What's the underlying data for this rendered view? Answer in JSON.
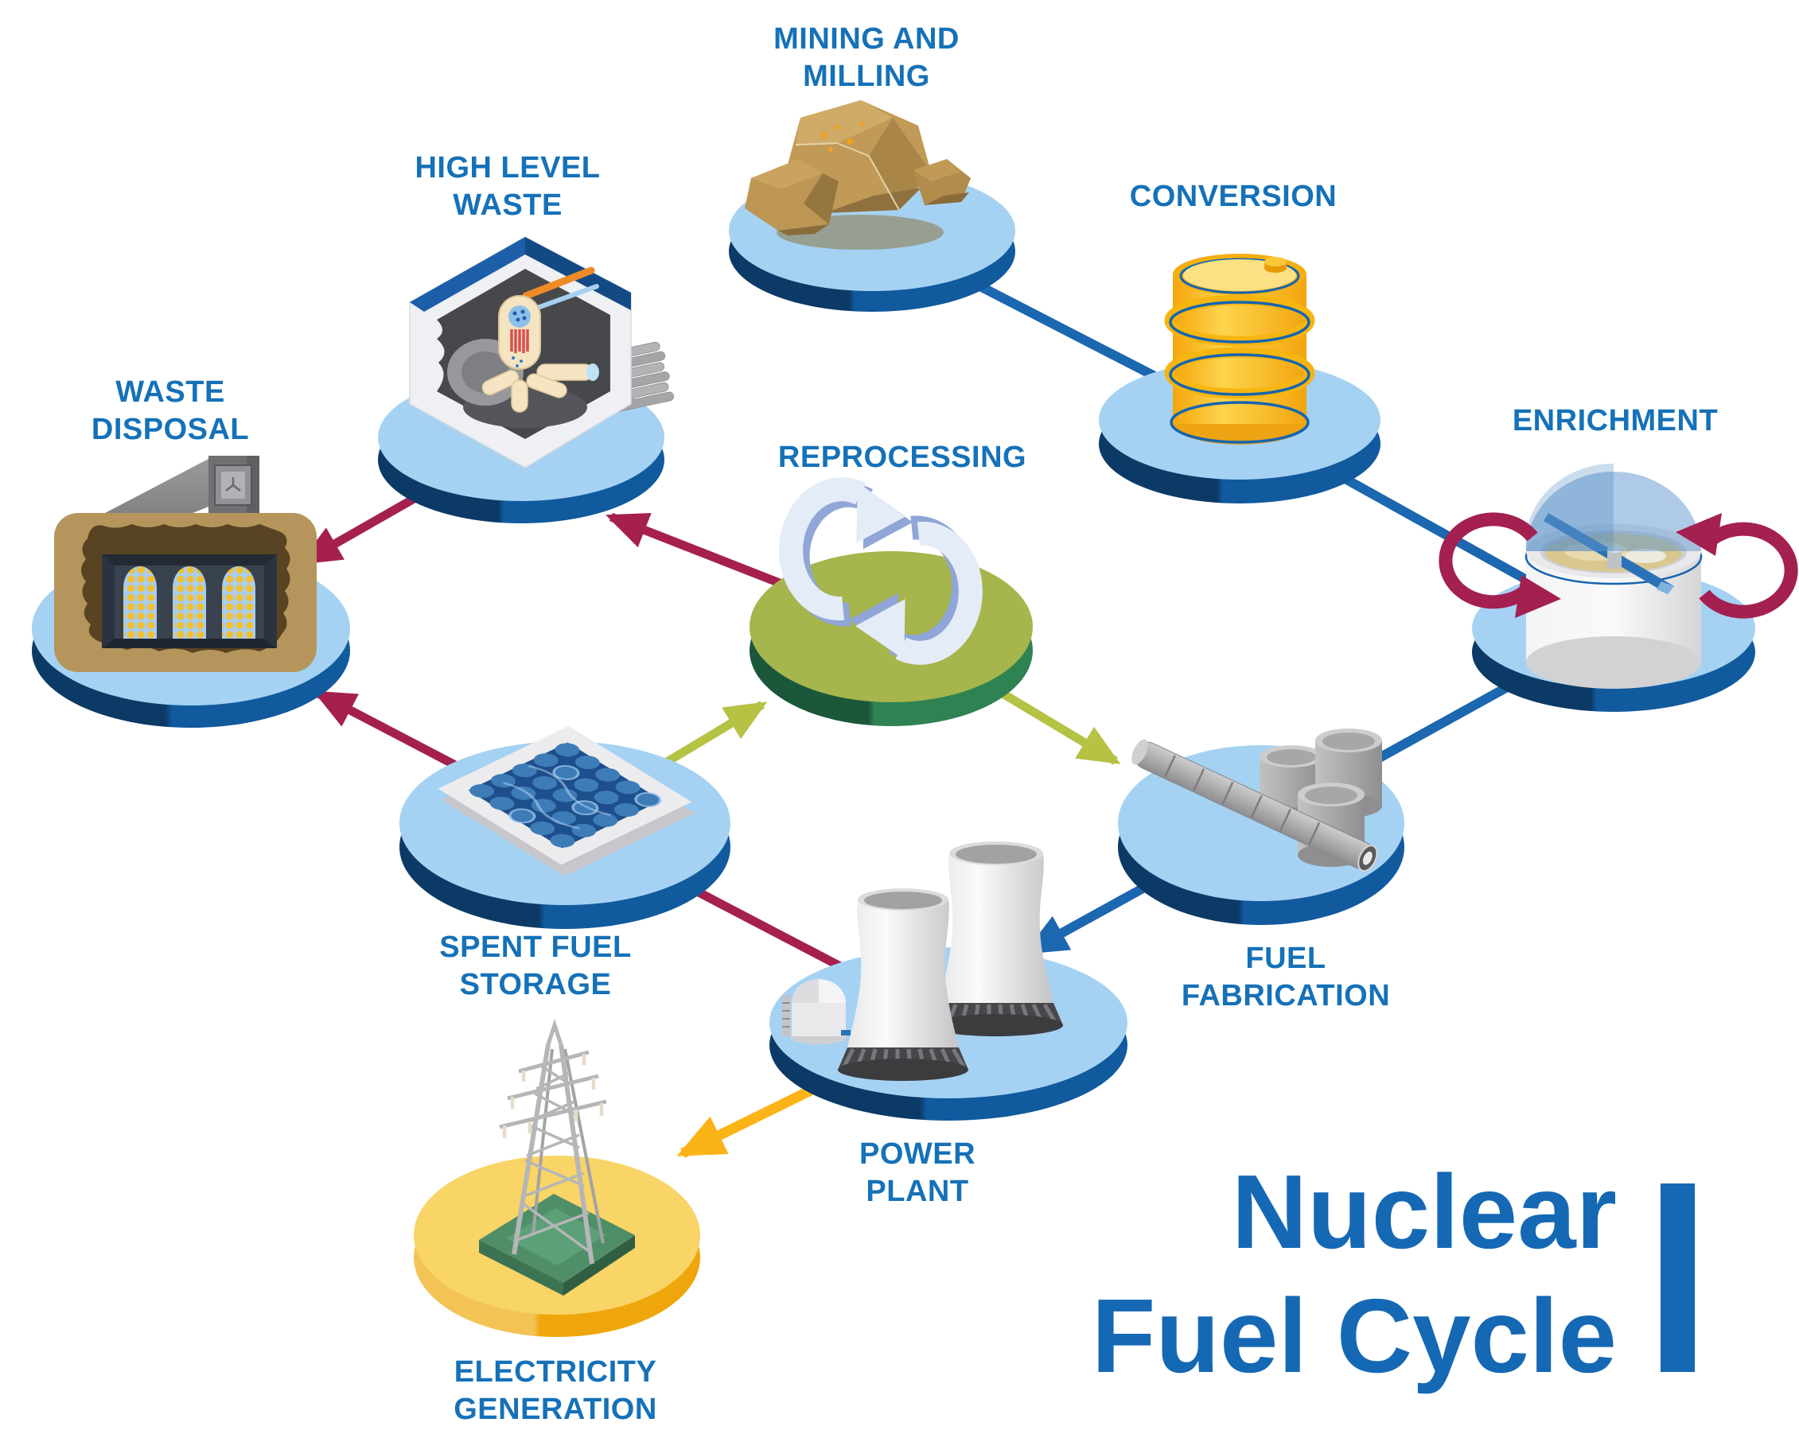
{
  "title": {
    "line1": "Nuclear",
    "line2": "Fuel Cycle"
  },
  "colors": {
    "label_blue": "#1571b8",
    "title_blue": "#1568b4",
    "line_blue": "#1b67b0",
    "line_crimson": "#a5204e",
    "line_olive": "#b5c244",
    "line_yellow": "#fbb417",
    "disc_blue_top": "#a5d2f3",
    "disc_green_top": "#a6b54c",
    "disc_yellow_top": "#f9d467"
  },
  "nodes": {
    "mining": {
      "label": "MINING AND\nMILLING",
      "disc": "blue",
      "icon": "uranium-ore-rocks"
    },
    "conversion": {
      "label": "CONVERSION",
      "disc": "blue",
      "icon": "yellowcake-barrel"
    },
    "enrichment": {
      "label": "ENRICHMENT",
      "disc": "blue",
      "icon": "centrifuge"
    },
    "fuel_fabrication": {
      "label": "FUEL\nFABRICATION",
      "disc": "blue",
      "icon": "fuel-pellets-and-rod"
    },
    "power_plant": {
      "label": "POWER\nPLANT",
      "disc": "blue",
      "icon": "cooling-towers"
    },
    "electricity_generation": {
      "label": "ELECTRICITY\nGENERATION",
      "disc": "yellow",
      "icon": "transmission-tower"
    },
    "spent_fuel_storage": {
      "label": "SPENT FUEL\nSTORAGE",
      "disc": "blue",
      "icon": "cooling-pool"
    },
    "reprocessing": {
      "label": "REPROCESSING",
      "disc": "green",
      "icon": "recycle-arrows"
    },
    "high_level_waste": {
      "label": "HIGH LEVEL\nWASTE",
      "disc": "blue",
      "icon": "reactor-cutaway-and-rods"
    },
    "waste_disposal": {
      "label": "WASTE\nDISPOSAL",
      "disc": "blue",
      "icon": "underground-repository"
    }
  },
  "connections": [
    {
      "from": "MINING AND MILLING",
      "to": "CONVERSION",
      "color": "blue"
    },
    {
      "from": "CONVERSION",
      "to": "ENRICHMENT",
      "color": "blue"
    },
    {
      "from": "ENRICHMENT",
      "to": "FUEL FABRICATION",
      "color": "blue"
    },
    {
      "from": "FUEL FABRICATION",
      "to": "POWER PLANT",
      "color": "blue"
    },
    {
      "from": "POWER PLANT",
      "to": "SPENT FUEL STORAGE",
      "color": "crimson"
    },
    {
      "from": "SPENT FUEL STORAGE",
      "to": "WASTE DISPOSAL",
      "color": "crimson"
    },
    {
      "from": "SPENT FUEL STORAGE",
      "to": "REPROCESSING",
      "color": "olive"
    },
    {
      "from": "REPROCESSING",
      "to": "FUEL FABRICATION",
      "color": "olive"
    },
    {
      "from": "REPROCESSING",
      "to": "HIGH LEVEL WASTE",
      "color": "crimson"
    },
    {
      "from": "HIGH LEVEL WASTE",
      "to": "WASTE DISPOSAL",
      "color": "crimson"
    },
    {
      "from": "POWER PLANT",
      "to": "ELECTRICITY GENERATION",
      "color": "yellow"
    }
  ]
}
